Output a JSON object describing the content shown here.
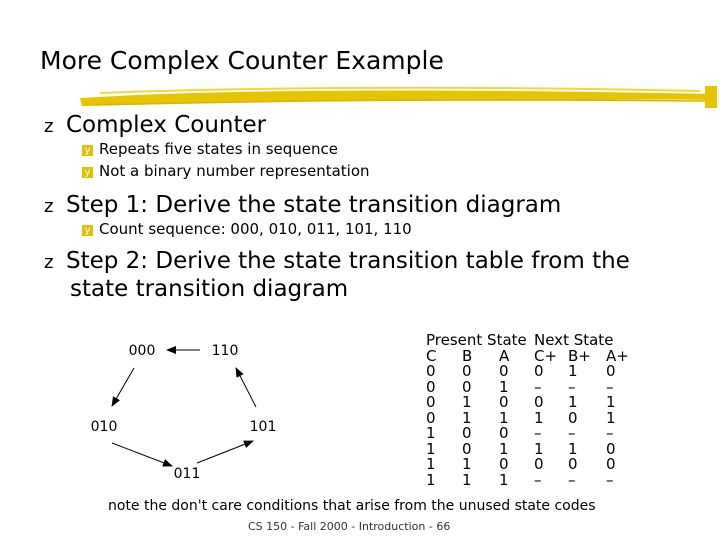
{
  "slide": {
    "title": "More Complex Counter Example",
    "bullets": [
      {
        "text": "Complex Counter",
        "subs": [
          "Repeats five states in sequence",
          "Not a binary number representation"
        ]
      },
      {
        "text": "Step 1: Derive the state transition diagram",
        "subs": [
          "Count sequence: 000, 010, 011, 101, 110"
        ]
      },
      {
        "text": "Step 2: Derive the state transition table from the",
        "text2": "state transition diagram",
        "subs": []
      }
    ],
    "bullet_marker": "z",
    "sub_marker": "y"
  },
  "diagram": {
    "states": [
      "000",
      "110",
      "010",
      "101",
      "011"
    ]
  },
  "table": {
    "group_present": "Present State",
    "group_next": "Next State",
    "columns": [
      "C",
      "B",
      "A",
      "C+",
      "B+",
      "A+"
    ],
    "rows": [
      [
        "0",
        "0",
        "0",
        "0",
        "1",
        "0"
      ],
      [
        "0",
        "0",
        "1",
        "–",
        "–",
        "–"
      ],
      [
        "0",
        "1",
        "0",
        "0",
        "1",
        "1"
      ],
      [
        "0",
        "1",
        "1",
        "1",
        "0",
        "1"
      ],
      [
        "1",
        "0",
        "0",
        "–",
        "–",
        "–"
      ],
      [
        "1",
        "0",
        "1",
        "1",
        "1",
        "0"
      ],
      [
        "1",
        "1",
        "0",
        "0",
        "0",
        "0"
      ],
      [
        "1",
        "1",
        "1",
        "–",
        "–",
        "–"
      ]
    ]
  },
  "note": "note the don't care conditions that arise from the unused state codes",
  "footer": "CS 150 - Fall 2000 - Introduction - 66",
  "colors": {
    "accent_stroke": "#e8c300",
    "sub_marker": "#e0c000"
  }
}
